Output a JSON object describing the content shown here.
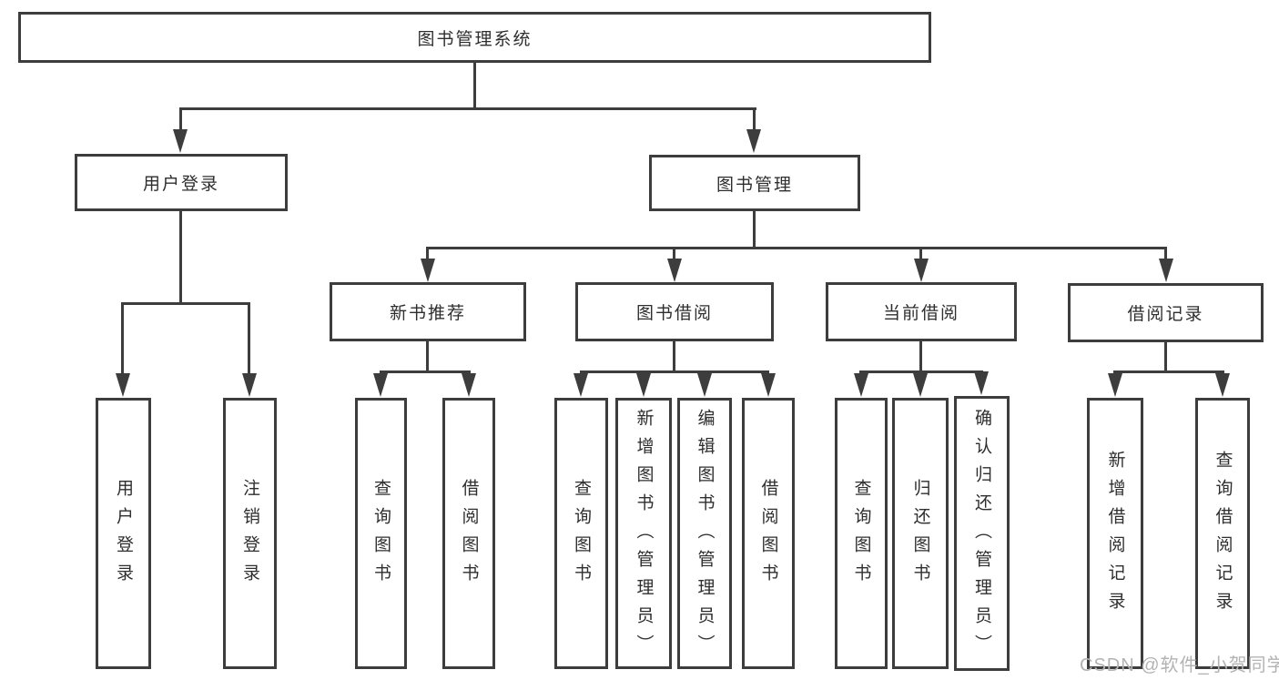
{
  "tree": {
    "label": "图书管理系统",
    "children": [
      {
        "label": "用户登录",
        "children": [
          {
            "label": "用户登录"
          },
          {
            "label": "注销登录"
          }
        ]
      },
      {
        "label": "图书管理",
        "children": [
          {
            "label": "新书推荐",
            "children": [
              {
                "label": "查询图书"
              },
              {
                "label": "借阅图书"
              }
            ]
          },
          {
            "label": "图书借阅",
            "children": [
              {
                "label": "查询图书"
              },
              {
                "label": "新增图书（管理员）"
              },
              {
                "label": "编辑图书（管理员）"
              },
              {
                "label": "借阅图书"
              }
            ]
          },
          {
            "label": "当前借阅",
            "children": [
              {
                "label": "查询图书"
              },
              {
                "label": "归还图书"
              },
              {
                "label": "确认归还（管理员）"
              }
            ]
          },
          {
            "label": "借阅记录",
            "children": [
              {
                "label": "新增借阅记录"
              },
              {
                "label": "查询借阅记录"
              }
            ]
          }
        ]
      }
    ]
  },
  "watermark": {
    "text": "CSDN @软件_小贺同学"
  },
  "colors": {
    "line": "#3d3d3d",
    "box_border": "#3d3d3d",
    "text": "#2e2e2e",
    "watermark": "#b3b3b3",
    "background": "#ffffff"
  }
}
